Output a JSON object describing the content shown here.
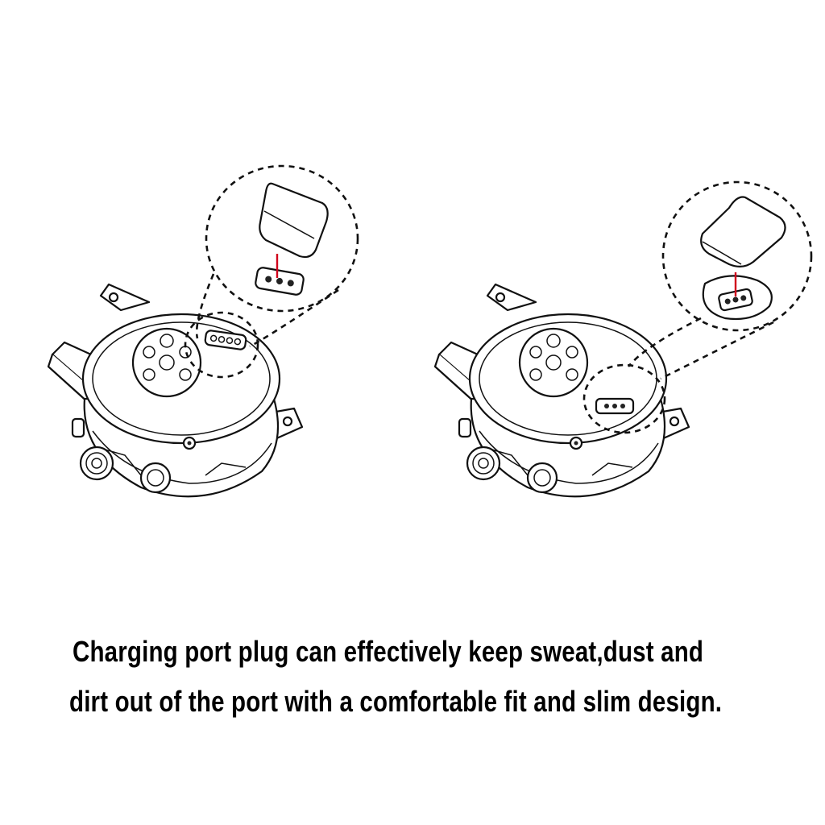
{
  "caption": {
    "line1": "Charging port plug can effectively keep sweat,dust and",
    "line2": "dirt out of the port with a comfortable fit and slim design."
  },
  "colors": {
    "background": "#ffffff",
    "line": "#111111",
    "indicator": "#d0021b"
  },
  "illustrations": [
    {
      "name": "watch-with-plug-inserted",
      "icon": "smartwatch-icon"
    },
    {
      "name": "watch-with-plug-removed",
      "icon": "smartwatch-icon"
    }
  ]
}
